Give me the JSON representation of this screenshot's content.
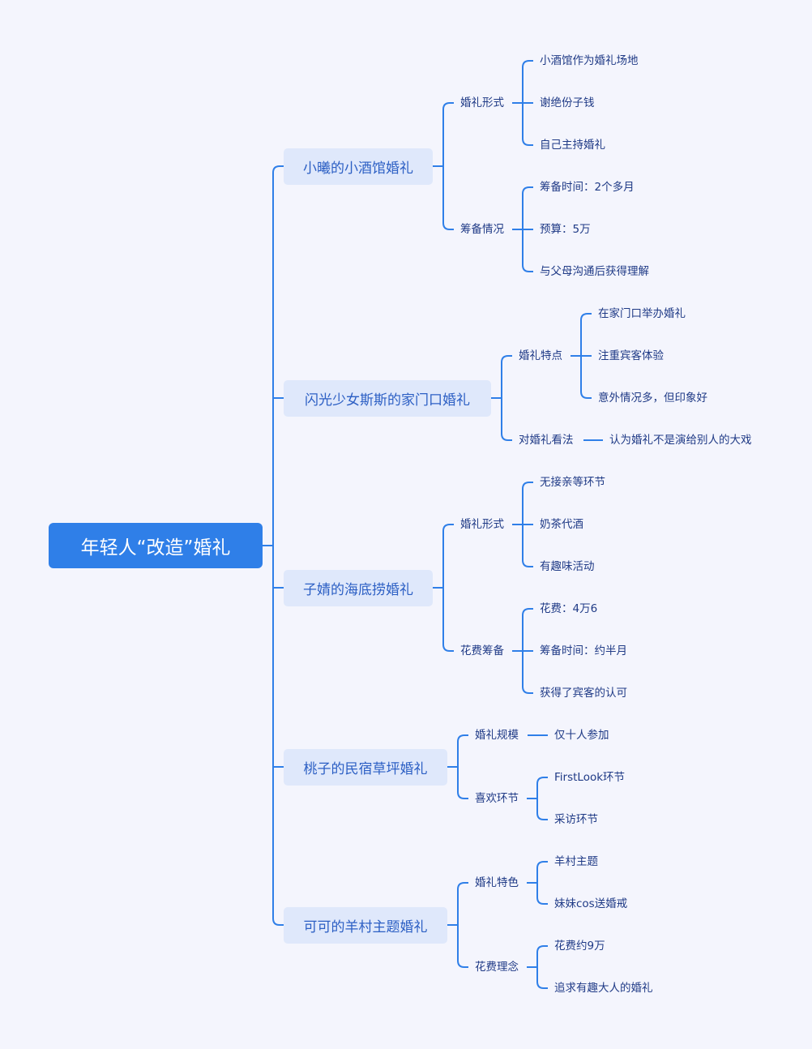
{
  "root": {
    "label": "年轻人“改造”婚礼"
  },
  "branches": [
    {
      "label": "小曦的小酒馆婚礼",
      "children": [
        {
          "label": "婚礼形式",
          "children": [
            "小酒馆作为婚礼场地",
            "谢绝份子钱",
            "自己主持婚礼"
          ]
        },
        {
          "label": "筹备情况",
          "children": [
            "筹备时间：2个多月",
            "预算：5万",
            "与父母沟通后获得理解"
          ]
        }
      ]
    },
    {
      "label": "闪光少女斯斯的家门口婚礼",
      "children": [
        {
          "label": "婚礼特点",
          "children": [
            "在家门口举办婚礼",
            "注重宾客体验",
            "意外情况多，但印象好"
          ]
        },
        {
          "label": "对婚礼看法",
          "children": [
            "认为婚礼不是演给别人的大戏"
          ]
        }
      ]
    },
    {
      "label": "子婧的海底捞婚礼",
      "children": [
        {
          "label": "婚礼形式",
          "children": [
            "无接亲等环节",
            "奶茶代酒",
            "有趣味活动"
          ]
        },
        {
          "label": "花费筹备",
          "children": [
            "花费：4万6",
            "筹备时间：约半月",
            "获得了宾客的认可"
          ]
        }
      ]
    },
    {
      "label": "桃子的民宿草坪婚礼",
      "children": [
        {
          "label": "婚礼规模",
          "children": [
            "仅十人参加"
          ]
        },
        {
          "label": "喜欢环节",
          "children": [
            "FirstLook环节",
            "采访环节"
          ]
        }
      ]
    },
    {
      "label": "可可的羊村主题婚礼",
      "children": [
        {
          "label": "婚礼特色",
          "children": [
            "羊村主题",
            "妹妹cos送婚戒"
          ]
        },
        {
          "label": "花费理念",
          "children": [
            "花费约9万",
            "追求有趣大人的婚礼"
          ]
        }
      ]
    }
  ],
  "colors": {
    "accent": "#2f7fe8",
    "background": "#f4f5fd",
    "branch_fill": "#dfe8fb",
    "branch_text": "#2c5fc4",
    "leaf_text": "#1f3a86"
  }
}
